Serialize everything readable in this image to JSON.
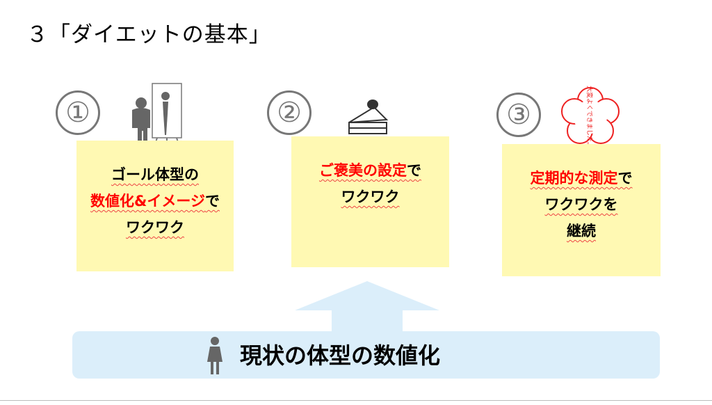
{
  "title": "３「ダイエットの基本」",
  "steps": [
    {
      "number": "①",
      "lines": [
        "ゴール体型の",
        "数値化&イメージ",
        "で",
        "ワクワク"
      ]
    },
    {
      "number": "②",
      "lines": [
        "ご褒美の設定",
        "で",
        "ワクワク"
      ]
    },
    {
      "number": "③",
      "lines": [
        "定期的な測定",
        "で",
        "ワクワクを",
        "継続"
      ]
    }
  ],
  "stamp_text": "大変よくできました。",
  "base": {
    "label": "現状の体型の数値化"
  },
  "colors": {
    "note": "#fff9b3",
    "accent_red": "#ff0000",
    "base_blue": "#dbeefa"
  }
}
